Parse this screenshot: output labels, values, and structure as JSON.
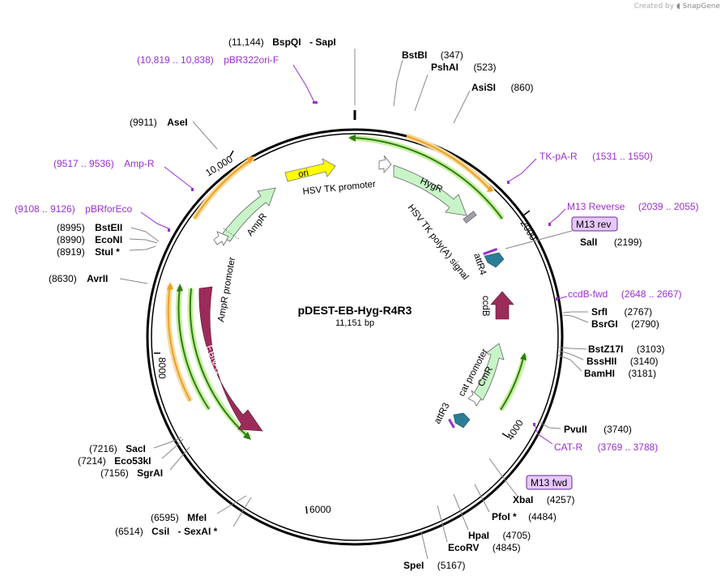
{
  "credit": {
    "prefix": "Created by",
    "brand": "SnapGene"
  },
  "plasmid": {
    "name": "pDEST-EB-Hyg-R4R3",
    "size": "11,151 bp"
  },
  "ticks": [
    "2000",
    "4000",
    "6000",
    "8000",
    "10,000"
  ],
  "features": {
    "ori": "ori",
    "hygr": "HygR",
    "ampr": "AmpR",
    "ebna1": "EBNA1",
    "ccdb": "ccdB",
    "cmr": "CmR",
    "hsv_tk_promoter": "HSV TK promoter",
    "hsv_tk_polya": "HSV TK poly(A) signal",
    "ampr_promoter": "AmpR promoter",
    "cat_promoter": "cat promoter",
    "attr4": "attR4",
    "attr3": "attR3"
  },
  "boxed_primers": {
    "m13_rev": "M13 rev",
    "m13_fwd": "M13 fwd"
  },
  "sites": [
    {
      "pos": "(11,144)",
      "name": "BspQI",
      "extra": "-  SapI"
    },
    {
      "name": "BstBI",
      "pos": "(347)"
    },
    {
      "name": "PshAI",
      "pos": "(523)"
    },
    {
      "name": "AsiSI",
      "pos": "(860)"
    },
    {
      "name": "SalI",
      "pos": "(2199)"
    },
    {
      "name": "SrfI",
      "pos": "(2767)"
    },
    {
      "name": "BsrGI",
      "pos": "(2790)"
    },
    {
      "name": "BstZ17I",
      "pos": "(3103)"
    },
    {
      "name": "BssHII",
      "pos": "(3140)"
    },
    {
      "name": "BamHI",
      "pos": "(3181)"
    },
    {
      "name": "PvuII",
      "pos": "(3740)"
    },
    {
      "name": "XbaI",
      "pos": "(4257)"
    },
    {
      "name": "PfoI *",
      "pos": "(4484)"
    },
    {
      "name": "HpaI",
      "pos": "(4705)"
    },
    {
      "name": "EcoRV",
      "pos": "(4845)"
    },
    {
      "name": "SpeI",
      "pos": "(5167)"
    },
    {
      "pos": "(6595)",
      "name": "MfeI"
    },
    {
      "pos": "(6514)",
      "name": "CsiI",
      "extra": "-  SexAI *"
    },
    {
      "pos": "(7216)",
      "name": "SacI"
    },
    {
      "pos": "(7214)",
      "name": "Eco53kI"
    },
    {
      "pos": "(7156)",
      "name": "SgrAI"
    },
    {
      "pos": "(8630)",
      "name": "AvrII"
    },
    {
      "pos": "(8995)",
      "name": "BstEII"
    },
    {
      "pos": "(8990)",
      "name": "EcoNI"
    },
    {
      "pos": "(8919)",
      "name": "StuI *"
    },
    {
      "pos": "(9911)",
      "name": "AseI"
    }
  ],
  "primers": [
    {
      "range": "(10,819 .. 10,838)",
      "name": "pBR322ori-F"
    },
    {
      "range": "(9517 .. 9536)",
      "name": "Amp-R"
    },
    {
      "range": "(9108 .. 9126)",
      "name": "pBRforEco"
    },
    {
      "name": "TK-pA-R",
      "range": "(1531 .. 1550)"
    },
    {
      "name": "M13 Reverse",
      "range": "(2039 .. 2055)"
    },
    {
      "name": "ccdB-fwd",
      "range": "(2648 .. 2667)"
    },
    {
      "name": "CAT-R",
      "range": "(3769 .. 3788)"
    }
  ],
  "colors": {
    "backbone": "#000000",
    "orange_feature": "#f0a020",
    "green_feature": "#2e7d14",
    "green_glow": "#c8f0a0",
    "orange_glow": "#f6dba0",
    "ori": "#ffff00",
    "promoter_fill": "#ffffff",
    "cds_light": "#c8f5c8",
    "ebna1": "#9b2c5a",
    "ccdb": "#9b2c5a",
    "att_site": "#2a7d96",
    "primer": "#9a2fd0",
    "primer_box": "#e6c8ff"
  }
}
